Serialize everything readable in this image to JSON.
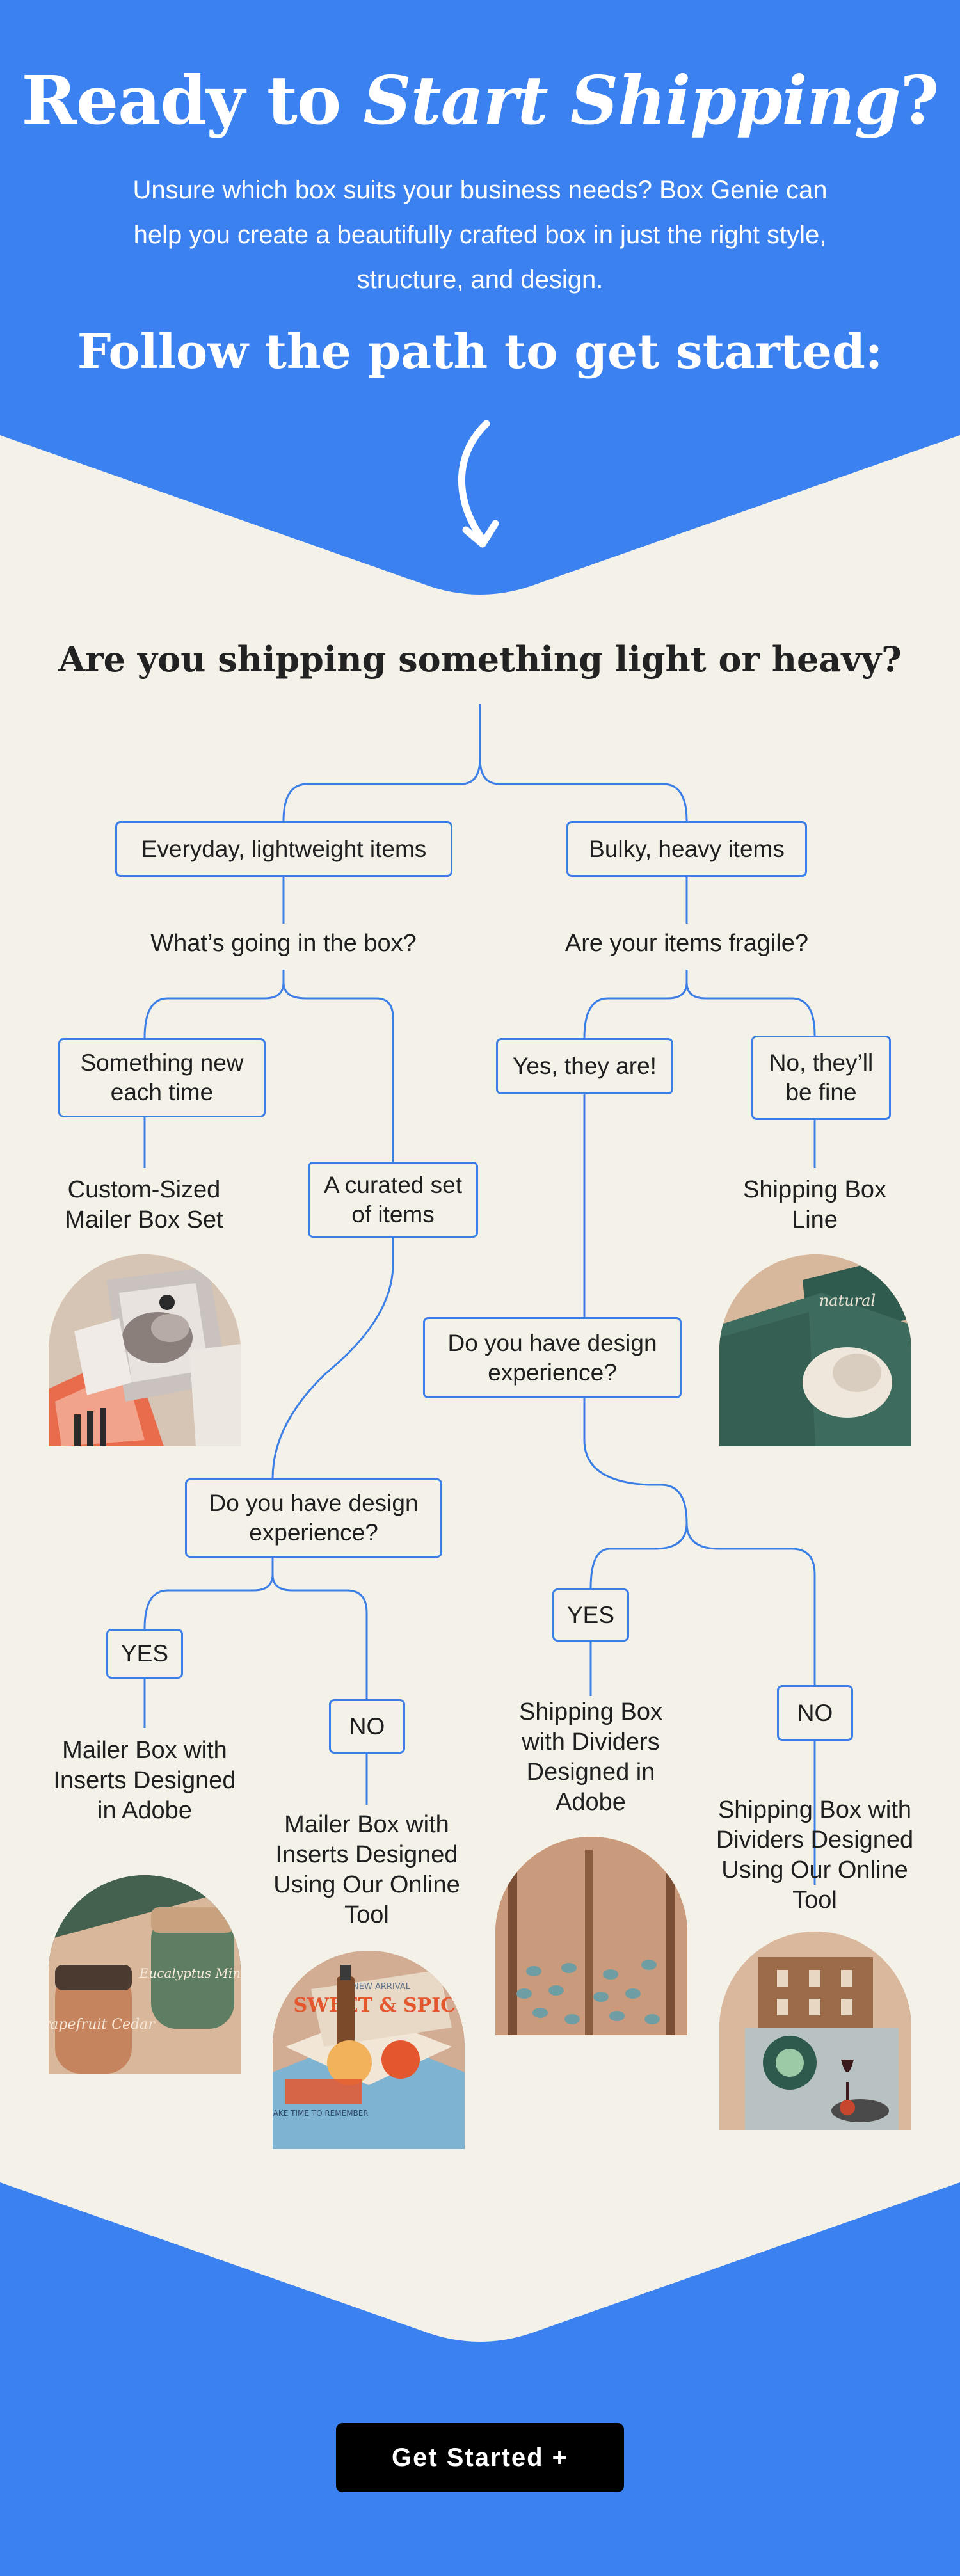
{
  "hero": {
    "title_part1": "Ready to ",
    "title_part2": "Start Shipping",
    "title_part3": "?",
    "subtitle": "Unsure which box suits your business needs? Box Genie can help you create a beautifully crafted box in just the right style, structure, and design.",
    "follow": "Follow the path to get started:"
  },
  "colors": {
    "brand_blue": "#3B82F0",
    "background": "#F4F1E9",
    "line": "#3B7FE6",
    "button": "#000000"
  },
  "flowchart": {
    "main_question": "Are you shipping something light or heavy?",
    "left": {
      "option": "Everyday, lightweight items",
      "question": "What’s going in the box?",
      "new_each_time": "Something new each time",
      "curated": "A curated set of items",
      "result_custom": "Custom-Sized Mailer Box Set",
      "design_question": "Do you have design experience?",
      "yes": "YES",
      "no": "NO",
      "result_yes": "Mailer Box with Inserts Designed in Adobe",
      "result_no": "Mailer Box with Inserts Designed Using Our Online Tool"
    },
    "right": {
      "option": "Bulky, heavy items",
      "question": "Are your items fragile?",
      "fragile_yes": "Yes, they are!",
      "fragile_no": "No, they’ll be fine",
      "result_shipping_line": "Shipping Box Line",
      "design_question": "Do you have design experience?",
      "yes": "YES",
      "no": "NO",
      "result_yes": "Shipping Box with Dividers Designed in Adobe",
      "result_no": "Shipping Box with Dividers Designed Using Our Online Tool"
    }
  },
  "image_text": {
    "green_box_brand": "natural",
    "jar_left": "Grapefruit Cedar",
    "jar_right": "Eucalyptus Mint",
    "mailer_banner": "SWEET & SPICY",
    "mailer_ribbon": "NEW ARRIVAL",
    "mailer_side": "MAKE TIME TO REMEMBER"
  },
  "cta": {
    "label": "Get Started +"
  }
}
